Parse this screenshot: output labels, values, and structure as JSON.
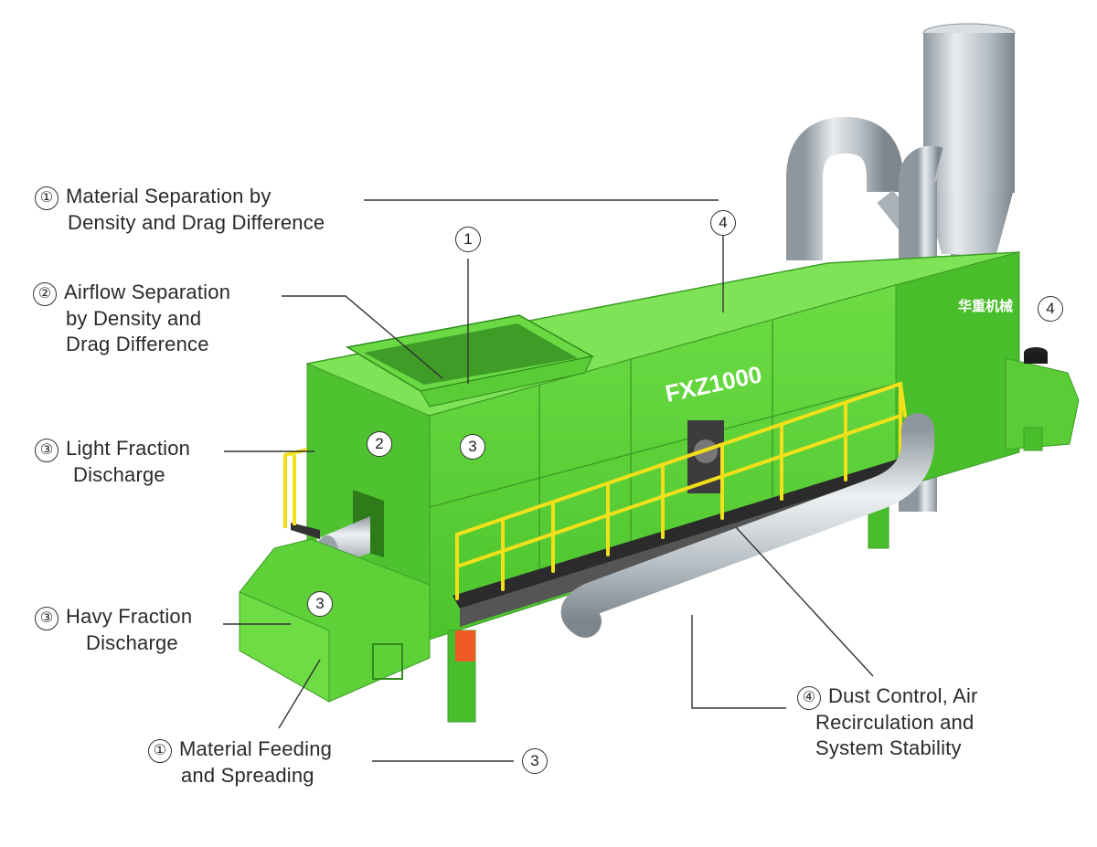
{
  "callouts": {
    "c1_top": {
      "num": "①",
      "line1": "Material Separation by",
      "line2": "Density and Drag Difference"
    },
    "c2": {
      "num": "②",
      "line1": "Airflow Separation",
      "line2": "by Density and",
      "line3": "Drag Difference"
    },
    "c3_light": {
      "num": "③",
      "line1": "Light Fraction",
      "line2": "Discharge"
    },
    "c3_heavy": {
      "num": "③",
      "line1": "Havy Fraction",
      "line2": "Discharge"
    },
    "c1_bottom": {
      "num": "①",
      "line1": "Material Feeding",
      "line2": "and Spreading"
    },
    "c4": {
      "num": "④",
      "line1": "Dust Control, Air",
      "line2": "Recirculation and",
      "line3": "System Stability"
    }
  },
  "badges": {
    "b4_top": "4",
    "b1_hopper": "1",
    "b4_right": "4",
    "b2_body": "2",
    "b3_body": "3",
    "b3_heavy": "3",
    "b3_bottom": "3"
  },
  "machine": {
    "model": "FXZ1000",
    "brand": "华重机械",
    "colors": {
      "body": "#5fd33a",
      "body_dark": "#3fae25",
      "body_light": "#7ee356",
      "rail": "#f2e11a",
      "steel": "#c9cfd4"
    }
  }
}
